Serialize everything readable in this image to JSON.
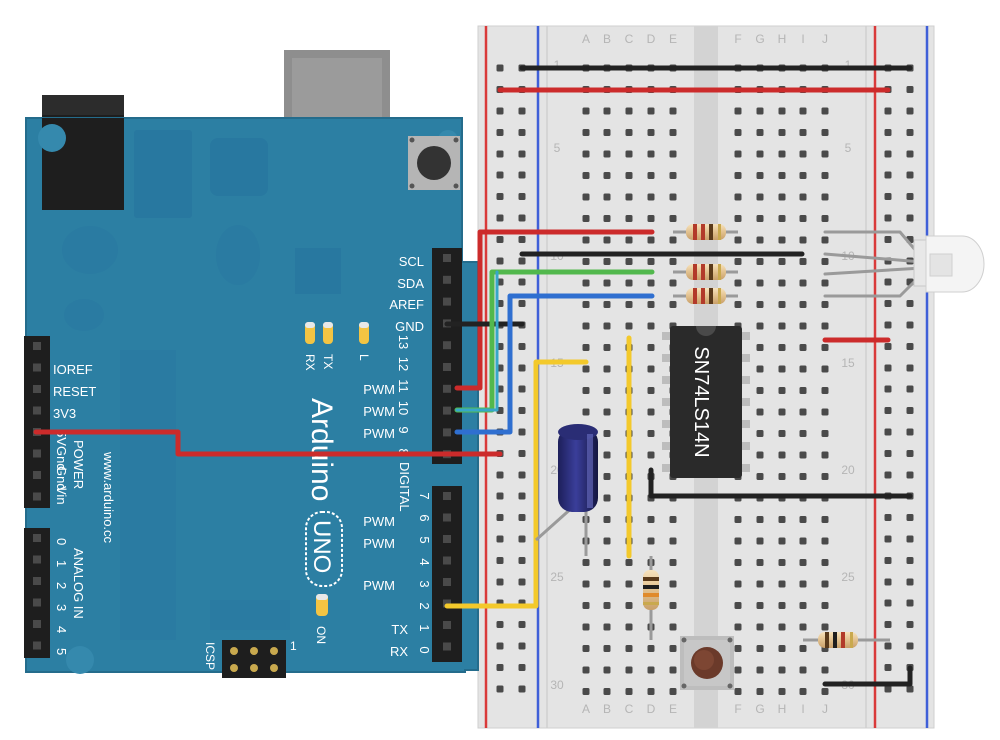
{
  "breadboard": {
    "column_letters": [
      "A",
      "B",
      "C",
      "D",
      "E",
      "F",
      "G",
      "H",
      "I",
      "J"
    ],
    "row_numbers": [
      "1",
      "5",
      "10",
      "15",
      "20",
      "25",
      "30"
    ]
  },
  "arduino": {
    "brand": "Arduino",
    "model": "UNO",
    "website": "www.arduino.cc",
    "digital_label": "DIGITAL",
    "power_label": "POWER",
    "analog_label": "ANALOG IN",
    "icsp_label": "ICSP",
    "icsp_pin1": "1",
    "on_label": "ON",
    "tx_label": "TX",
    "rx_label": "RX",
    "l_label": "L",
    "upper_header_labels": [
      "SCL",
      "SDA",
      "AREF",
      "GND"
    ],
    "digital_pin_numbers_top": [
      "13",
      "12",
      "11",
      "10",
      "9",
      "8"
    ],
    "digital_pin_numbers_bottom": [
      "7",
      "6",
      "5",
      "4",
      "3",
      "2",
      "1",
      "0"
    ],
    "pwm_label": "PWM",
    "tx_pin_label": "TX",
    "rx_pin_label": "RX",
    "power_pins": [
      "IOREF",
      "RESET",
      "3V3",
      "5V",
      "Gnd",
      "Gnd",
      "Vin"
    ],
    "analog_pins": [
      "0",
      "1",
      "2",
      "3",
      "4",
      "5"
    ]
  },
  "ic": {
    "label": "SN74LS14N"
  },
  "colors": {
    "board_teal": "#2c7fa3",
    "board_dark": "#1f6585",
    "wire_red": "#cc2b2b",
    "wire_black": "#222222",
    "wire_green": "#52b84d",
    "wire_cyan": "#37a7c9",
    "wire_blue": "#2f6fd0",
    "wire_yellow": "#f3c92b",
    "rail_red": "#d93a3a",
    "rail_blue": "#3f5fd8"
  }
}
